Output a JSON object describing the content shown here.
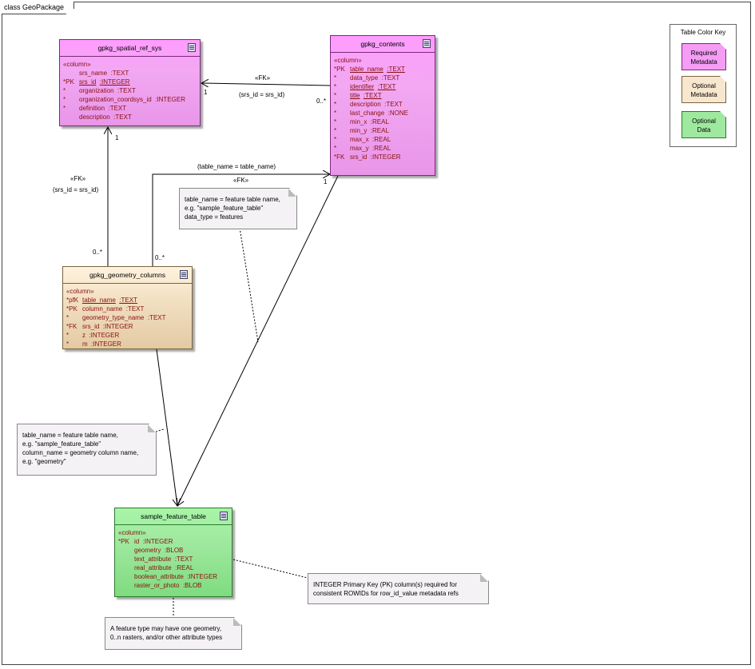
{
  "frame": {
    "label": "class GeoPackage"
  },
  "srs": {
    "title": "gpkg_spatial_ref_sys",
    "stereotype": "«column»",
    "rows": [
      {
        "key": "",
        "name": "srs_name",
        "type": ":TEXT",
        "pk": false
      },
      {
        "key": "*PK",
        "name": "srs_id",
        "type": ":INTEGER",
        "pk": true
      },
      {
        "key": "*",
        "name": "organization",
        "type": ":TEXT",
        "pk": false
      },
      {
        "key": "*",
        "name": "organization_coordsys_id",
        "type": ":INTEGER",
        "pk": false
      },
      {
        "key": "*",
        "name": "definition",
        "type": ":TEXT",
        "pk": false
      },
      {
        "key": "",
        "name": "description",
        "type": ":TEXT",
        "pk": false
      }
    ]
  },
  "contents": {
    "title": "gpkg_contents",
    "stereotype": "«column»",
    "rows": [
      {
        "key": "*PK",
        "name": "table_name",
        "type": ":TEXT",
        "pk": true
      },
      {
        "key": "*",
        "name": "data_type",
        "type": ":TEXT",
        "pk": false
      },
      {
        "key": "*",
        "name": "identifier",
        "type": ":TEXT",
        "pk": true
      },
      {
        "key": "*",
        "name": "title",
        "type": ":TEXT",
        "pk": true
      },
      {
        "key": "*",
        "name": "description",
        "type": ":TEXT",
        "pk": false
      },
      {
        "key": "*",
        "name": "last_change",
        "type": ":NONE",
        "pk": false
      },
      {
        "key": "*",
        "name": "min_x",
        "type": ":REAL",
        "pk": false
      },
      {
        "key": "*",
        "name": "min_y",
        "type": ":REAL",
        "pk": false
      },
      {
        "key": "*",
        "name": "max_x",
        "type": ":REAL",
        "pk": false
      },
      {
        "key": "*",
        "name": "max_y",
        "type": ":REAL",
        "pk": false
      },
      {
        "key": "*FK",
        "name": "srs_id",
        "type": ":INTEGER",
        "pk": false
      }
    ]
  },
  "geom": {
    "title": "gpkg_geometry_columns",
    "stereotype": "«column»",
    "rows": [
      {
        "key": "*pfK",
        "name": "table_name",
        "type": ":TEXT",
        "pk": true
      },
      {
        "key": "*PK",
        "name": "column_name",
        "type": ":TEXT",
        "pk": false
      },
      {
        "key": "*",
        "name": "geometry_type_name",
        "type": ":TEXT",
        "pk": false
      },
      {
        "key": "*FK",
        "name": "srs_id",
        "type": ":INTEGER",
        "pk": false
      },
      {
        "key": "*",
        "name": "z",
        "type": ":INTEGER",
        "pk": false
      },
      {
        "key": "*",
        "name": "m",
        "type": ":INTEGER",
        "pk": false
      }
    ]
  },
  "feature": {
    "title": "sample_feature_table",
    "stereotype": "«column»",
    "rows": [
      {
        "key": "*PK",
        "name": "id",
        "type": ":INTEGER",
        "pk": false
      },
      {
        "key": "",
        "name": "geometry",
        "type": ":BLOB",
        "pk": false
      },
      {
        "key": "",
        "name": "text_attribute",
        "type": ":TEXT",
        "pk": false
      },
      {
        "key": "",
        "name": "real_attribute",
        "type": ":REAL",
        "pk": false
      },
      {
        "key": "",
        "name": "boolean_attribute",
        "type": ":INTEGER",
        "pk": false
      },
      {
        "key": "",
        "name": "raster_or_photo",
        "type": ":BLOB",
        "pk": false
      }
    ]
  },
  "labels": {
    "fk1": "«FK»",
    "fk1_cond": "(srs_id = srs_id)",
    "fk1_mult_src": "0..*",
    "fk1_mult_dst": "1",
    "fk2": "«FK»",
    "fk2_cond": "(srs_id = srs_id)",
    "fk2_mult_src": "0..*",
    "fk2_mult_dst": "1",
    "fk3": "«FK»",
    "fk3_cond": "(table_name = table_name)",
    "fk3_mult_src": "0..*",
    "fk3_mult_dst": "1"
  },
  "notes": {
    "contents_note": "table_name = feature table name,\ne.g. \"sample_feature_table\"\ndata_type = features",
    "geom_note": "table_name = feature table name,\ne.g. \"sample_feature_table\"\ncolumn_name = geometry column name,\ne.g. \"geometry\"",
    "pk_note": "INTEGER Primary Key (PK) column(s) required for\nconsistent ROWIDs for row_id_value metadata refs",
    "feature_note": "A feature type may have one geometry,\n0..n rasters, and/or other attribute types"
  },
  "key": {
    "title": "Table Color Key",
    "required": "Required\nMetadata",
    "optional_metadata": "Optional\nMetadata",
    "optional_data": "Optional\nData"
  },
  "colors": {
    "required": "#f59cf5",
    "optional_metadata": "#f7e7cf",
    "optional_data": "#9fe89f",
    "column_text": "#8a1010"
  }
}
